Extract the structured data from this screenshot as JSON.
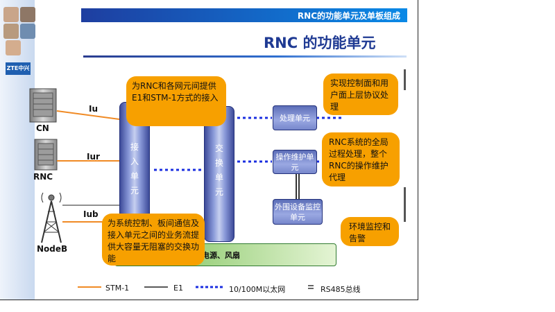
{
  "header": {
    "banner": "RNC的功能单元及单板组成",
    "title": "RNC 的功能单元"
  },
  "logo": {
    "text": "ZTE中兴"
  },
  "network_elements": {
    "cn": "CN",
    "rnc": "RNC",
    "nodeb": "NodeB"
  },
  "interfaces": {
    "iu": "Iu",
    "iur": "Iur",
    "iub": "Iub"
  },
  "columns": {
    "access": "接入单元",
    "switch": "交换单元"
  },
  "units": {
    "processing": "处理单元",
    "om": "操作维护单元",
    "peripheral": "外围设备监控单元"
  },
  "power_bar": "电源、风扇",
  "callouts": {
    "access": "为RNC和各网元间提供E1和STM-1方式的接入",
    "switch": "为系统控制、板间通信及接入单元之间的业务流提供大容量无阻塞的交换功能",
    "processing": "实现控制面和用户面上层协议处理",
    "om": "RNC系统的全局过程处理，整个RNC的操作维护代理",
    "monitor": "环境监控和告警"
  },
  "legend": {
    "stm1": "STM-1",
    "e1": "E1",
    "ethernet": "10/100M以太网",
    "rs485": "RS485总线"
  },
  "colors": {
    "stm1": "#f08a24",
    "e1": "#222222",
    "ethernet": "#1a2ee0",
    "callout": "#f7a000",
    "header": "#1e3ea0"
  }
}
